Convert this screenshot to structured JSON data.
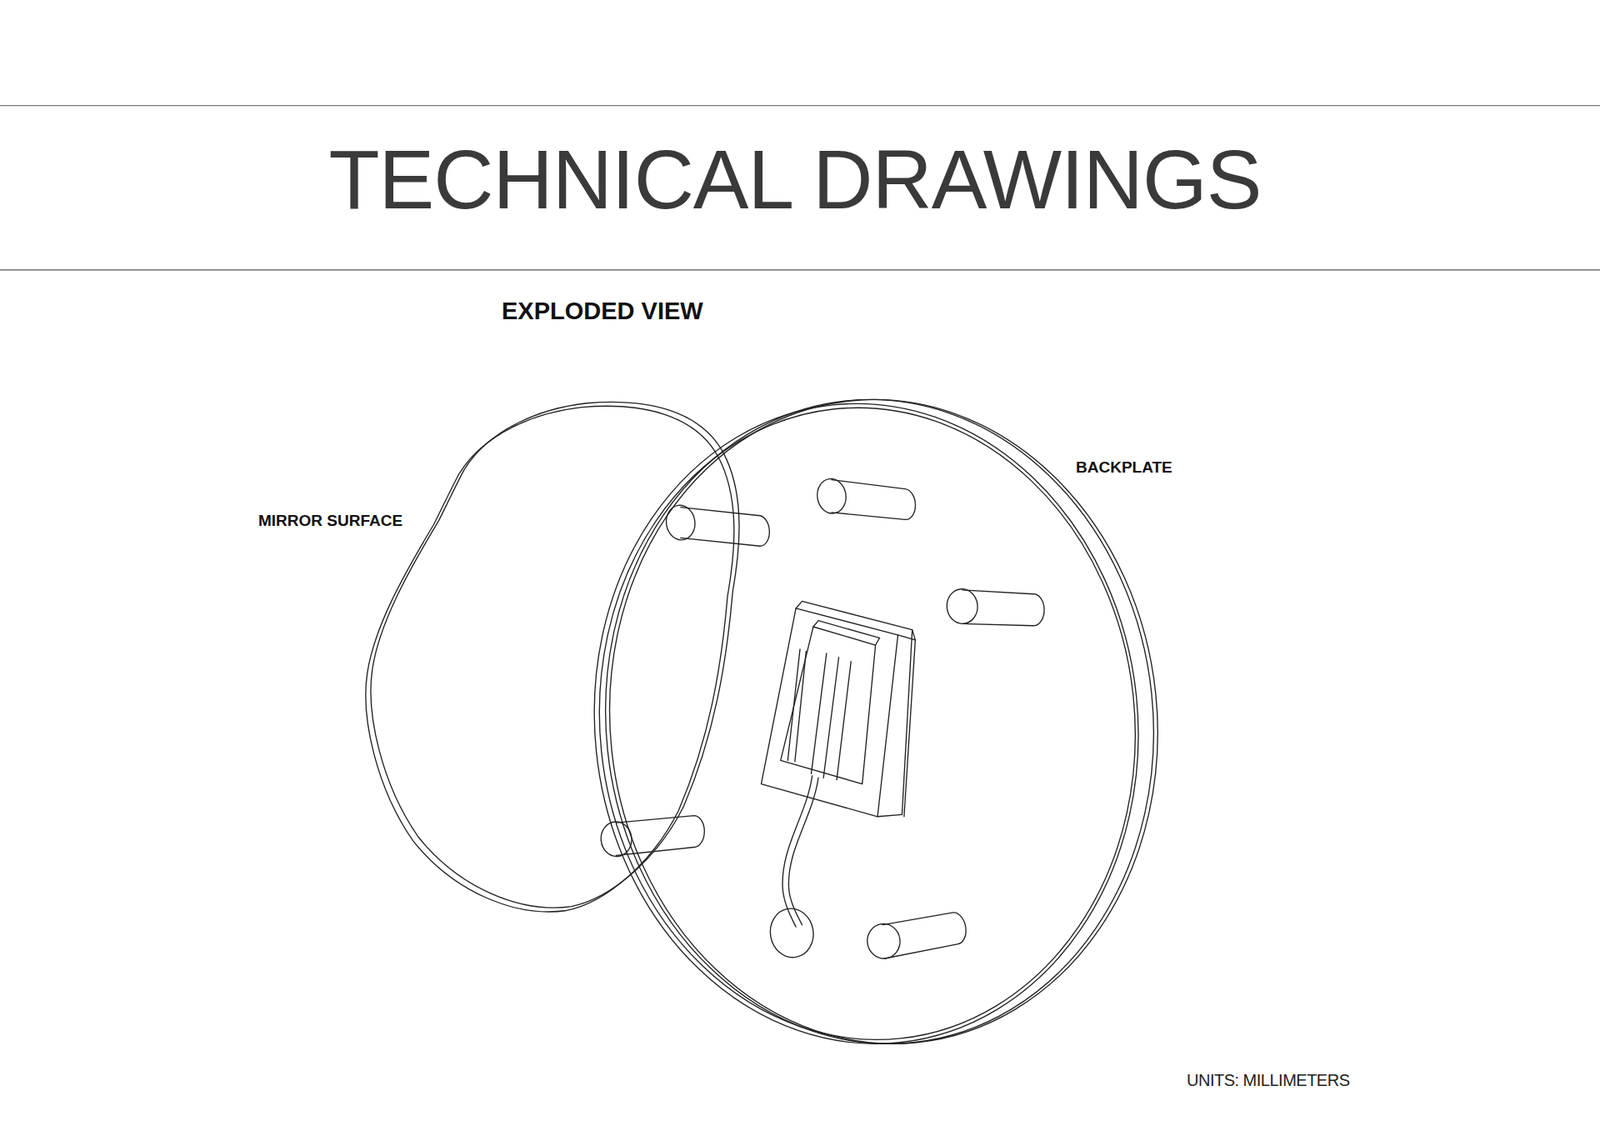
{
  "diagram": {
    "title": "TECHNICAL DRAWINGS",
    "labels": [
      "EXPLODED VIEW",
      "MIRROR SURFACE",
      "BACKPLATE",
      "UNITS: MILLIMETERS"
    ]
  }
}
